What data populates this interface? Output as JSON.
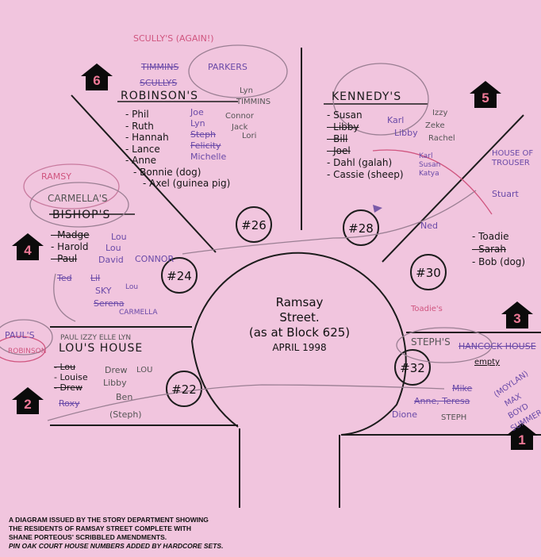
{
  "center": {
    "line1": "Ramsay",
    "line2": "Street.",
    "line3": "(as at Block 625)",
    "line4": "APRIL 1998"
  },
  "house_badges": [
    "6",
    "5",
    "4",
    "3",
    "2",
    "1"
  ],
  "house_numbers": [
    "#26",
    "#28",
    "#24",
    "#30",
    "#22",
    "#32"
  ],
  "robinsons": {
    "heading": "ROBINSON'S",
    "above": [
      "SCULLY'S (AGAIN!)",
      "TIMMINS",
      "PARKERS",
      "SCULLYS"
    ],
    "residents": [
      "- Phil",
      "- Ruth",
      "- Hannah",
      "- Lance",
      "- Anne",
      "- Bonnie (dog)",
      "- Axel (guinea pig)"
    ],
    "notes": [
      "Joe",
      "Lyn",
      "Steph",
      "Felicity",
      "Michelle",
      "Lyn",
      "TIMMINS",
      "Connor",
      "Jack",
      "Lori"
    ]
  },
  "kennedys": {
    "heading": "KENNEDY'S",
    "residents": [
      "- Susan",
      "- Libby",
      "- Bill",
      "- Joel",
      "- Dahl (galah)",
      "- Cassie (sheep)"
    ],
    "notes": [
      "Karl",
      "Libby",
      "Zeke",
      "Rachel",
      "Izzy",
      "Karl",
      "Susan",
      "Katya"
    ]
  },
  "bishops": {
    "heading": "BISHOP'S",
    "above": [
      "RAMSY",
      "CARMELLA'S"
    ],
    "residents": [
      "- Madge",
      "- Harold",
      "- Paul"
    ],
    "notes": [
      "Lou",
      "Lou",
      "David",
      "CONNOR",
      "Ted",
      "Lil",
      "SKY",
      "Lou",
      "Serena",
      "CARMELLA"
    ]
  },
  "lous": {
    "heading": "LOU'S HOUSE",
    "above": "PAUL IZZY ELLE LYN",
    "side": [
      "PAUL'S",
      "ROBINSON"
    ],
    "residents": [
      "- Lou",
      "- Louise",
      "- Drew"
    ],
    "notes": [
      "Drew",
      "LOU",
      "Libby",
      "Ben",
      "(Steph)",
      "Roxy"
    ]
  },
  "trouser": {
    "heading": [
      "HOUSE OF",
      "TROUSER"
    ],
    "residents": [
      "- Toadie",
      "- Sarah",
      "- Bob (dog)"
    ],
    "notes": [
      "Stuart",
      "Ned",
      "Toadie's"
    ]
  },
  "hancock": {
    "heading": "HANCOCK HOUSE",
    "above": "STEPH'S",
    "notes": [
      "empty",
      "Mike",
      "(MOYLAN)",
      "MAX",
      "BOYD",
      "SUMMER",
      "Anne, Teresa",
      "Dione",
      "STEPH"
    ]
  },
  "caption": {
    "lines": [
      "A DIAGRAM ISSUED BY THE STORY DEPARTMENT SHOWING",
      "THE RESIDENTS OF RAMSAY STREET COMPLETE WITH",
      "SHANE PORTEOUS' SCRIBBLED AMENDMENTS."
    ],
    "italic": "PIN OAK COURT HOUSE NUMBERS ADDED BY HARDCORE SETS."
  }
}
